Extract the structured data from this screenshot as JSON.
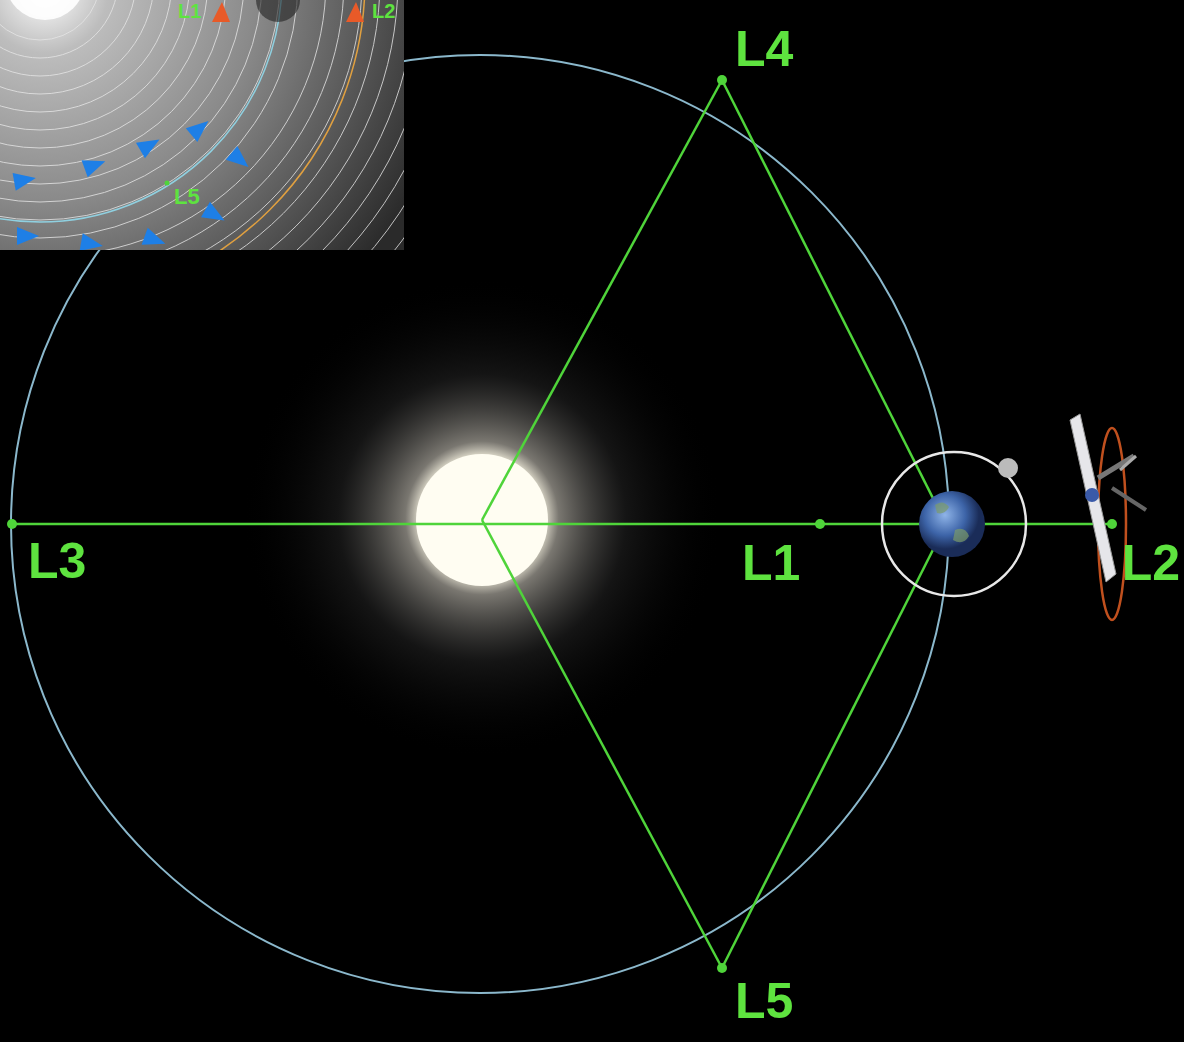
{
  "diagram": {
    "labels": [
      "L1",
      "L2",
      "L5",
      "L4",
      "L3",
      "L1",
      "L2",
      "L5"
    ]
  }
}
